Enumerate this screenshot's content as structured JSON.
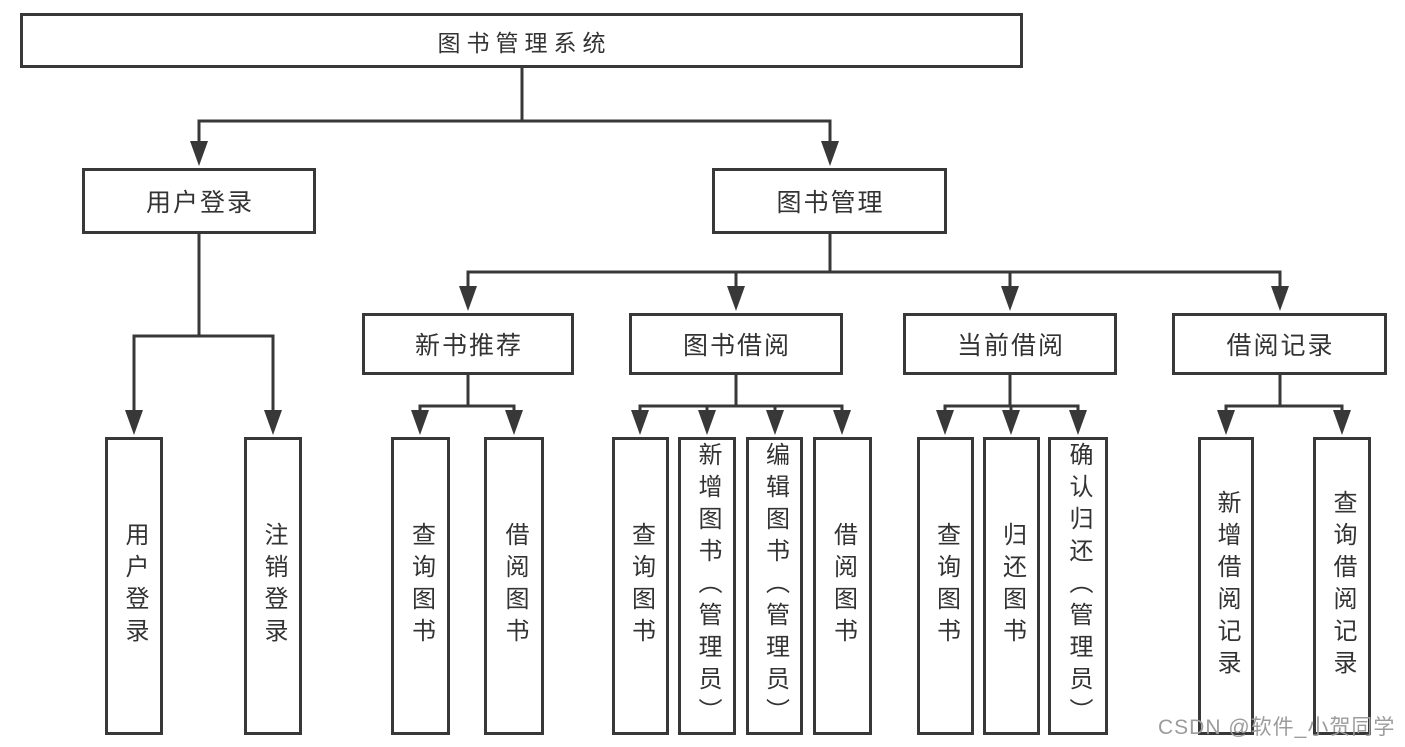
{
  "diagram": {
    "root": "图书管理系统",
    "level2": [
      "用户登录",
      "图书管理"
    ],
    "level3": [
      "新书推荐",
      "图书借阅",
      "当前借阅",
      "借阅记录"
    ],
    "leaves": [
      "用户登录",
      "注销登录",
      "查询图书",
      "借阅图书",
      "查询图书",
      "新增图书（管理员）",
      "编辑图书（管理员）",
      "借阅图书",
      "查询图书",
      "归还图书",
      "确认归还（管理员）",
      "新增借阅记录",
      "查询借阅记录"
    ]
  },
  "watermark": "CSDN @软件_小贺同学",
  "colors": {
    "line": "#383838",
    "text": "#333333",
    "watermark": "#9c9c9c",
    "background": "#ffffff"
  }
}
